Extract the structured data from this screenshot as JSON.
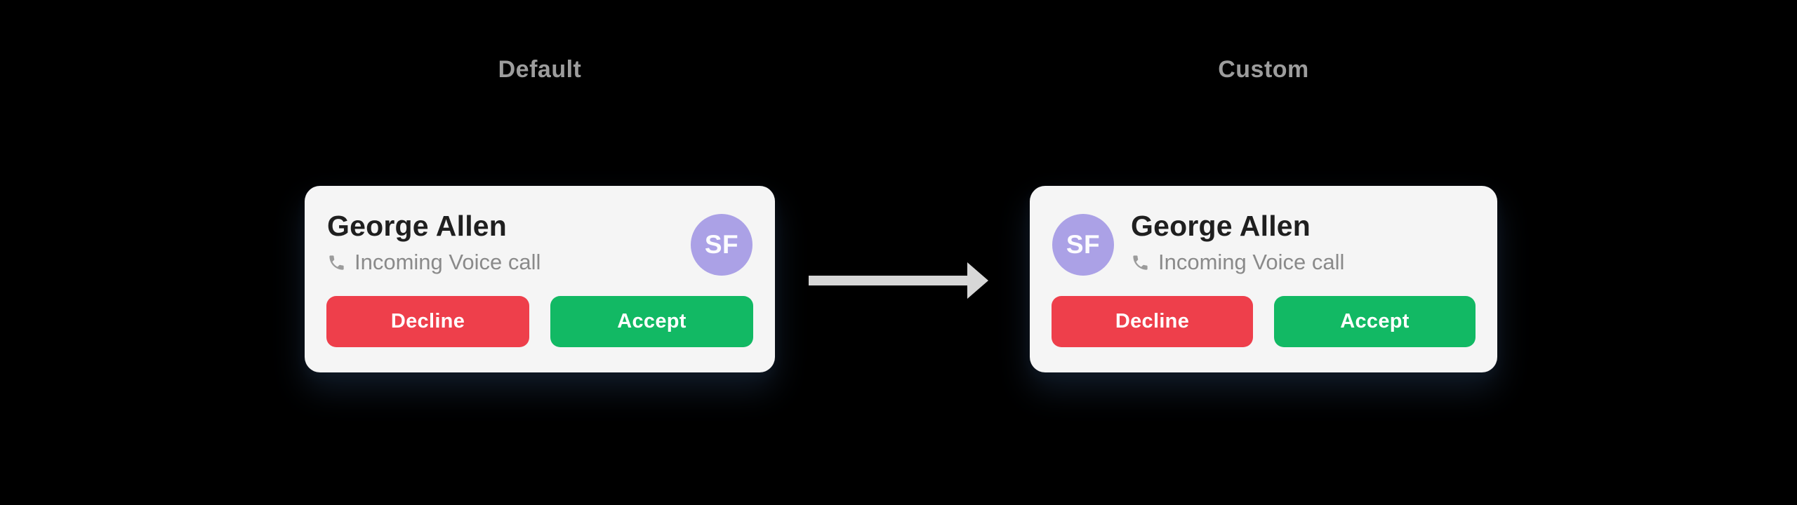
{
  "panels": [
    {
      "label": "Default",
      "variant": "default",
      "card": {
        "caller_name": "George Allen",
        "call_status": "Incoming Voice call",
        "status_icon": "phone-icon",
        "avatar_initials": "SF",
        "avatar_side": "right",
        "buttons": {
          "decline": "Decline",
          "accept": "Accept"
        }
      }
    },
    {
      "label": "Custom",
      "variant": "custom",
      "card": {
        "caller_name": "George Allen",
        "call_status": "Incoming Voice call",
        "status_icon": "phone-icon",
        "avatar_initials": "SF",
        "avatar_side": "left",
        "buttons": {
          "decline": "Decline",
          "accept": "Accept"
        }
      }
    }
  ],
  "arrow": {
    "icon": "right-arrow-icon",
    "direction": "right"
  },
  "colors": {
    "background": "#000000",
    "card_background": "#f5f5f5",
    "caller_name_text": "#1f1f1f",
    "call_status_text": "#8a8a8a",
    "variant_label_text": "#9d9d9d",
    "avatar_background": "#aba1e6",
    "avatar_text": "#fcfcff",
    "decline_button": "#ee3f4b",
    "accept_button": "#12b964",
    "button_text": "#ffffff",
    "arrow": "#d7d7d7"
  }
}
